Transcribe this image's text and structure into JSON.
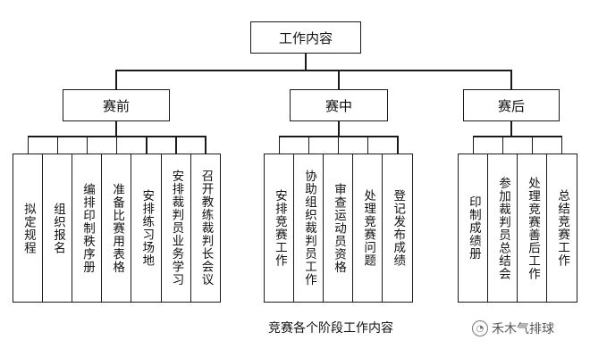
{
  "diagram": {
    "root": "工作内容",
    "phases": [
      {
        "label": "赛前",
        "tasks": [
          "拟定规程",
          "组织报名",
          "编排印制秩序册",
          "准备比赛用表格",
          "安排练习场地",
          "安排裁判员业务学习",
          "召开教练裁判长会议"
        ]
      },
      {
        "label": "赛中",
        "tasks": [
          "安排竞赛工作",
          "协助组织裁判员工作",
          "审查运动员资格",
          "处理竞赛问题",
          "登记发布成绩"
        ]
      },
      {
        "label": "赛后",
        "tasks": [
          "印制成绩册",
          "参加裁判员总结会",
          "处理竞赛善后工作",
          "总结竞赛工作"
        ]
      }
    ],
    "caption": "竞赛各个阶段工作内容"
  },
  "watermark": {
    "text": "禾木气排球",
    "icon": "wechat-icon"
  }
}
